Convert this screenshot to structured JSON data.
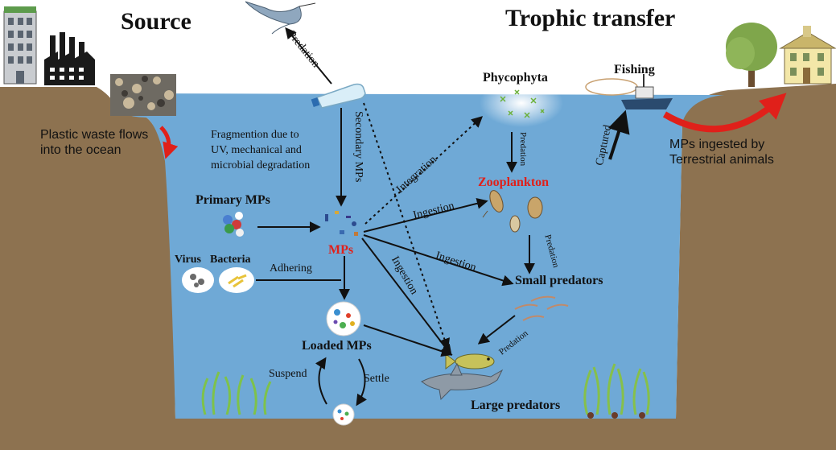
{
  "titles": {
    "source": "Source",
    "trophic": "Trophic transfer"
  },
  "labels": {
    "plastic_waste": "Plastic waste flows\ninto the ocean",
    "fragmentation": "Fragmention due to\nUV, mechanical and\nmicrobial degradation",
    "primary_mps": "Primary MPs",
    "virus": "Virus",
    "bacteria": "Bacteria",
    "adhering": "Adhering",
    "mps": "MPs",
    "loaded_mps": "Loaded MPs",
    "suspend": "Suspend",
    "settle": "Settle",
    "phycophyta": "Phycophyta",
    "zooplankton": "Zooplankton",
    "small_predators": "Small predators",
    "large_predators": "Large predators",
    "fishing": "Fishing",
    "captured": "Captured",
    "terrestrial": "MPs ingested by\nTerrestrial animals"
  },
  "arrow_labels": {
    "predation_bird": "Predation",
    "secondary_mps": "Secondary MPs",
    "integration": "Integration",
    "ingestion_zoo": "Ingestion",
    "ingestion_small": "Ingestion",
    "ingestion_large": "Ingestion",
    "predation_phyto": "Predation",
    "predation_zoo": "Predation",
    "predation_small": "Predation"
  },
  "colors": {
    "water": "#6fa9d6",
    "soil": "#8d7250",
    "accent_red": "#e0201a",
    "arrow": "#111111"
  }
}
